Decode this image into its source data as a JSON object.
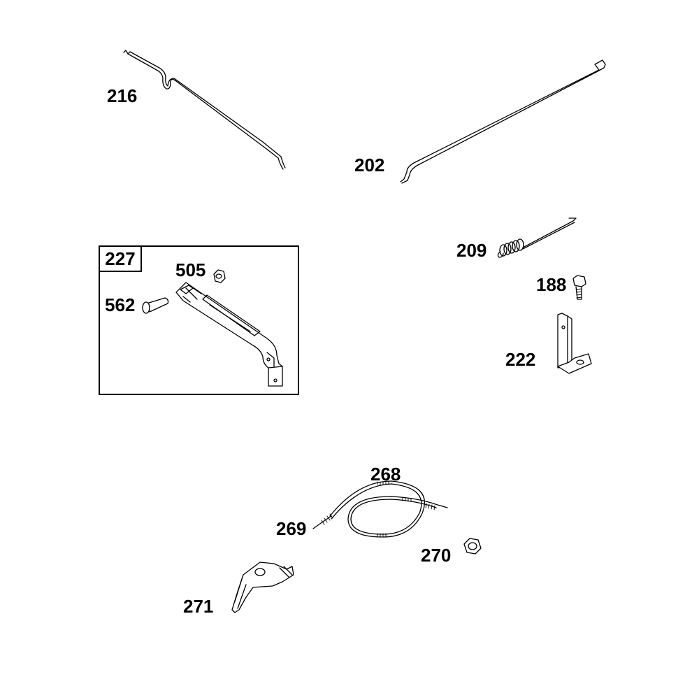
{
  "parts": {
    "p216": "216",
    "p202": "202",
    "p227": "227",
    "p505": "505",
    "p562": "562",
    "p209": "209",
    "p188": "188",
    "p222": "222",
    "p268": "268",
    "p269": "269",
    "p270": "270",
    "p271": "271"
  },
  "colors": {
    "line": "#000000",
    "background": "#ffffff"
  }
}
